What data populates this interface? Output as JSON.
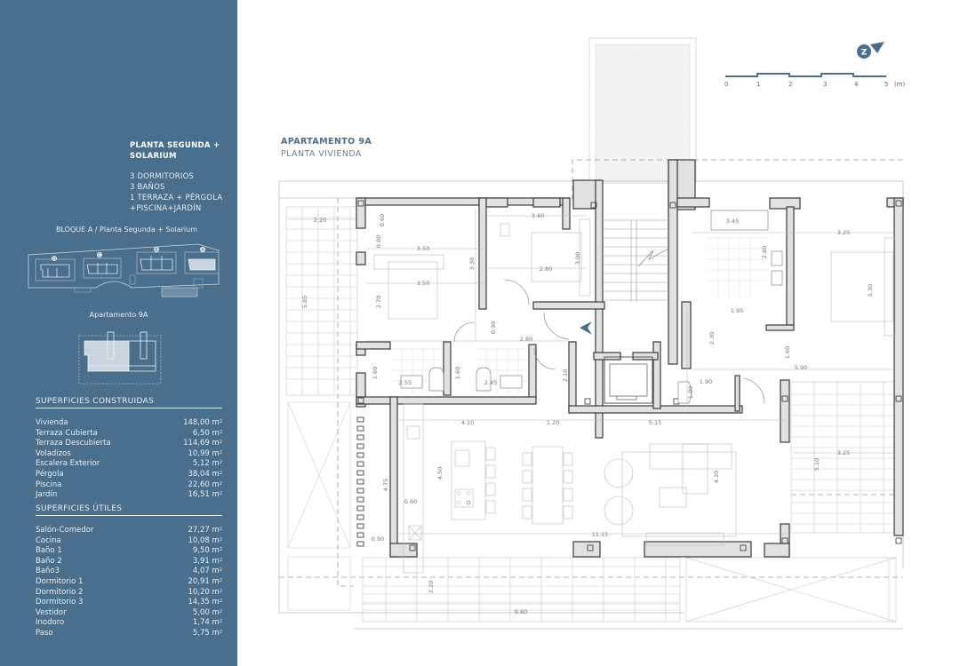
{
  "sidebar": {
    "title_line1": "PLANTA SEGUNDA +",
    "title_line2": "SOLARIUM",
    "features": [
      "3 DORMITORIOS",
      "3 BAÑOS",
      "1 TERRAZA + PÉRGOLA",
      "+PISCINA+JARDÍN"
    ],
    "block_label": "BLOQUE A / Planta Segunda + Solarium",
    "site_blocks": [
      "D",
      "C",
      "B",
      "A"
    ],
    "apartment_label": "Apartamento 9A",
    "built_areas": {
      "title": "SUPERFICIES CONSTRUIDAS",
      "rows": [
        {
          "label": "Vivienda",
          "value": "148,00 m"
        },
        {
          "label": "Terraza Cubierta",
          "value": "6,50 m"
        },
        {
          "label": "Terraza Descubierta",
          "value": "114,69 m"
        },
        {
          "label": "Voladizos",
          "value": "10,99 m"
        },
        {
          "label": "Escalera Exterior",
          "value": "5,12 m"
        },
        {
          "label": "Pérgola",
          "value": "38,04 m"
        },
        {
          "label": "Piscina",
          "value": "22,60 m"
        },
        {
          "label": "Jardín",
          "value": "16,51 m"
        }
      ]
    },
    "useful_areas": {
      "title": "SUPERFICIES ÚTILES",
      "rows": [
        {
          "label": "Salón-Comedor",
          "value": "27,27 m"
        },
        {
          "label": "Cocina",
          "value": "10,08 m"
        },
        {
          "label": "Baño 1",
          "value": "9,50 m"
        },
        {
          "label": "Baño 2",
          "value": "3,91 m"
        },
        {
          "label": "Baño3",
          "value": "4,07 m"
        },
        {
          "label": "Dormitorio 1",
          "value": "20,91 m"
        },
        {
          "label": "Dormitorio 2",
          "value": "10,20 m"
        },
        {
          "label": "Dormitorio 3",
          "value": "14,35 m"
        },
        {
          "label": "Vestidor",
          "value": "5,00 m"
        },
        {
          "label": "Inodoro",
          "value": "1,74 m"
        },
        {
          "label": "Paso",
          "value": "5,75 m"
        }
      ]
    },
    "unit_superscript": "2"
  },
  "plan": {
    "title": "APARTAMENTO 9A",
    "subtitle": "PLANTA VIVIENDA",
    "scale": {
      "ticks": [
        "0",
        "1",
        "2",
        "3",
        "4",
        "5"
      ],
      "unit": "(m)"
    },
    "north_glyph": "Z",
    "dimensions": {
      "pergola_left_width": "2.20",
      "pergola_left_height": "5.85",
      "closet_depth": "0.60",
      "hall_width": "0.80",
      "bed1_width_top": "3.50",
      "bed1_width": "3.50",
      "bed1_height": "2.70",
      "bed1_total_height": "3.30",
      "bed2_width": "3.40",
      "bed2_inner": "2.80",
      "bed2_height": "3.00",
      "corridor_gap": "0.90",
      "corridor_width": "2.80",
      "bath1_height": "1.60",
      "bath1_width": "2.55",
      "bath2_height": "1.60",
      "bath2_width": "2.45",
      "entry_height": "2.10",
      "master_bath_width": "3.45",
      "master_bath_height": "2.80",
      "master_width": "3.25",
      "master_height": "5.30",
      "dressing_width": "1.95",
      "passage_height": "2.30",
      "master_gap": "1.60",
      "master_total": "5.90",
      "wc_width": "1.90",
      "wc_height": "1.00",
      "kitchen_width": "4.10",
      "kitchen_gap": "1.20",
      "living_width": "5.15",
      "living_height": "4.50",
      "living_sofa_height": "4.20",
      "stair_height": "4.75",
      "counter_depth": "0.60",
      "stair_width": "0.90",
      "total_width": "11.15",
      "terrace_right_width": "3.25",
      "terrace_right_height": "5.10",
      "bottom_pergola_height": "2.20",
      "bottom_pergola_width": "9.80"
    }
  },
  "colors": {
    "sidebar_bg": "#4a6f8c",
    "accent": "#4a6f8c",
    "wall_fill": "#e4e4e4",
    "wall_stroke": "#3a3a3a"
  }
}
